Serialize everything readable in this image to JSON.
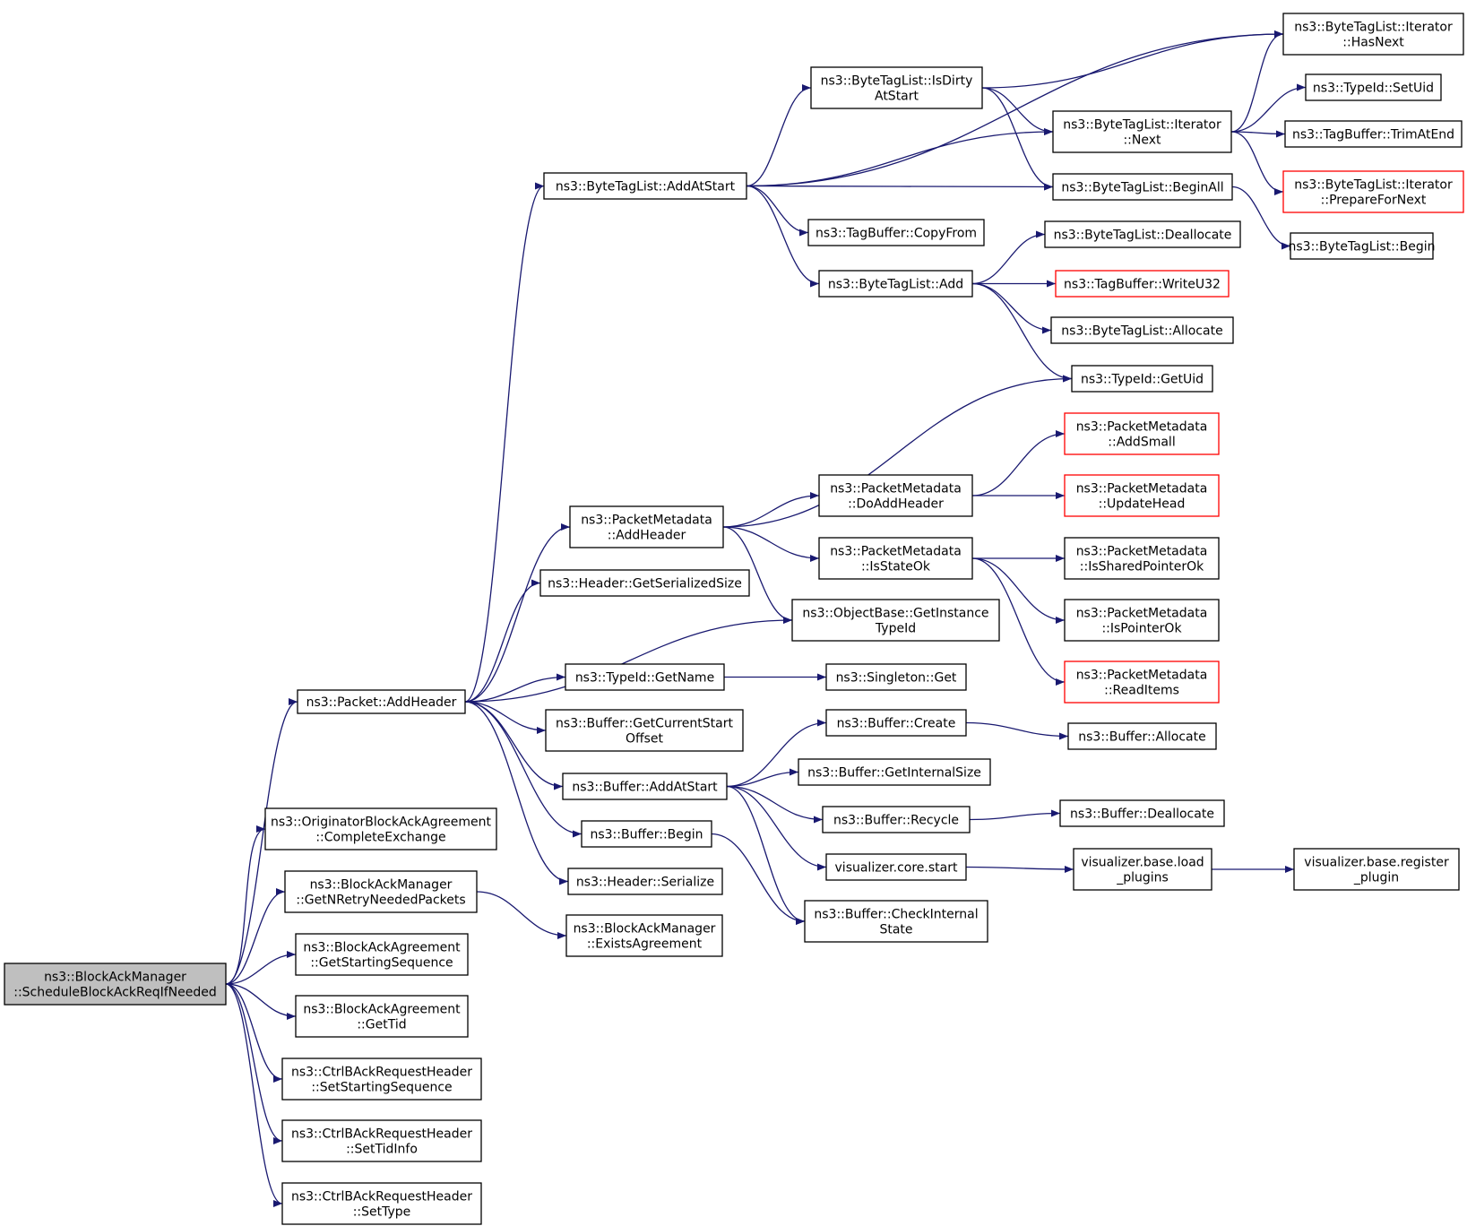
{
  "colors": {
    "edge": "#191970",
    "root_fill": "#bfbfbf",
    "red_border": "#ff0000"
  },
  "nodes": [
    {
      "id": "n0",
      "lines": [
        "ns3::BlockAckManager",
        "::ScheduleBlockAckReqIfNeeded"
      ],
      "root": true
    },
    {
      "id": "n1",
      "lines": [
        "ns3::Packet::AddHeader"
      ]
    },
    {
      "id": "n2",
      "lines": [
        "ns3::OriginatorBlockAckAgreement",
        "::CompleteExchange"
      ]
    },
    {
      "id": "n3",
      "lines": [
        "ns3::BlockAckManager",
        "::GetNRetryNeededPackets"
      ]
    },
    {
      "id": "n4",
      "lines": [
        "ns3::BlockAckAgreement",
        "::GetStartingSequence"
      ]
    },
    {
      "id": "n5",
      "lines": [
        "ns3::BlockAckAgreement",
        "::GetTid"
      ]
    },
    {
      "id": "n6",
      "lines": [
        "ns3::CtrlBAckRequestHeader",
        "::SetStartingSequence"
      ]
    },
    {
      "id": "n7",
      "lines": [
        "ns3::CtrlBAckRequestHeader",
        "::SetTidInfo"
      ]
    },
    {
      "id": "n8",
      "lines": [
        "ns3::CtrlBAckRequestHeader",
        "::SetType"
      ]
    },
    {
      "id": "n9",
      "lines": [
        "ns3::ByteTagList::AddAtStart"
      ]
    },
    {
      "id": "n10",
      "lines": [
        "ns3::PacketMetadata",
        "::AddHeader"
      ]
    },
    {
      "id": "n11",
      "lines": [
        "ns3::Header::GetSerializedSize"
      ]
    },
    {
      "id": "n12",
      "lines": [
        "ns3::TypeId::GetName"
      ]
    },
    {
      "id": "n13",
      "lines": [
        "ns3::Buffer::GetCurrentStart",
        "Offset"
      ]
    },
    {
      "id": "n14",
      "lines": [
        "ns3::Buffer::AddAtStart"
      ]
    },
    {
      "id": "n15",
      "lines": [
        "ns3::Buffer::Begin"
      ]
    },
    {
      "id": "n16",
      "lines": [
        "ns3::Header::Serialize"
      ]
    },
    {
      "id": "n17",
      "lines": [
        "ns3::BlockAckManager",
        "::ExistsAgreement"
      ]
    },
    {
      "id": "n18",
      "lines": [
        "ns3::ByteTagList::IsDirty",
        "AtStart"
      ]
    },
    {
      "id": "n19",
      "lines": [
        "ns3::TagBuffer::CopyFrom"
      ]
    },
    {
      "id": "n20",
      "lines": [
        "ns3::ByteTagList::Add"
      ]
    },
    {
      "id": "n21",
      "lines": [
        "ns3::PacketMetadata",
        "::DoAddHeader"
      ]
    },
    {
      "id": "n22",
      "lines": [
        "ns3::PacketMetadata",
        "::IsStateOk"
      ]
    },
    {
      "id": "n23",
      "lines": [
        "ns3::ObjectBase::GetInstance",
        "TypeId"
      ]
    },
    {
      "id": "n24",
      "lines": [
        "ns3::Singleton::Get"
      ]
    },
    {
      "id": "n25",
      "lines": [
        "ns3::Buffer::Create"
      ]
    },
    {
      "id": "n26",
      "lines": [
        "ns3::Buffer::GetInternalSize"
      ]
    },
    {
      "id": "n27",
      "lines": [
        "ns3::Buffer::Recycle"
      ]
    },
    {
      "id": "n28",
      "lines": [
        "visualizer.core.start"
      ]
    },
    {
      "id": "n29",
      "lines": [
        "ns3::Buffer::CheckInternal",
        "State"
      ]
    },
    {
      "id": "n30",
      "lines": [
        "ns3::ByteTagList::Iterator",
        "::HasNext"
      ]
    },
    {
      "id": "n31",
      "lines": [
        "ns3::ByteTagList::Iterator",
        "::Next"
      ]
    },
    {
      "id": "n32",
      "lines": [
        "ns3::ByteTagList::BeginAll"
      ]
    },
    {
      "id": "n33",
      "lines": [
        "ns3::ByteTagList::Deallocate"
      ]
    },
    {
      "id": "n34",
      "lines": [
        "ns3::TagBuffer::WriteU32"
      ],
      "red": true
    },
    {
      "id": "n35",
      "lines": [
        "ns3::ByteTagList::Allocate"
      ]
    },
    {
      "id": "n36",
      "lines": [
        "ns3::TypeId::GetUid"
      ]
    },
    {
      "id": "n37",
      "lines": [
        "ns3::PacketMetadata",
        "::AddSmall"
      ],
      "red": true
    },
    {
      "id": "n38",
      "lines": [
        "ns3::PacketMetadata",
        "::UpdateHead"
      ],
      "red": true
    },
    {
      "id": "n39",
      "lines": [
        "ns3::PacketMetadata",
        "::IsSharedPointerOk"
      ]
    },
    {
      "id": "n40",
      "lines": [
        "ns3::PacketMetadata",
        "::IsPointerOk"
      ]
    },
    {
      "id": "n41",
      "lines": [
        "ns3::PacketMetadata",
        "::ReadItems"
      ],
      "red": true
    },
    {
      "id": "n42",
      "lines": [
        "ns3::Buffer::Allocate"
      ]
    },
    {
      "id": "n43",
      "lines": [
        "ns3::Buffer::Deallocate"
      ]
    },
    {
      "id": "n44",
      "lines": [
        "visualizer.base.load",
        "_plugins"
      ]
    },
    {
      "id": "n45",
      "lines": [
        "ns3::TypeId::SetUid"
      ]
    },
    {
      "id": "n46",
      "lines": [
        "ns3::TagBuffer::TrimAtEnd"
      ]
    },
    {
      "id": "n47",
      "lines": [
        "ns3::ByteTagList::Iterator",
        "::PrepareForNext"
      ],
      "red": true
    },
    {
      "id": "n48",
      "lines": [
        "ns3::ByteTagList::Begin"
      ]
    },
    {
      "id": "n49",
      "lines": [
        "visualizer.base.register",
        "_plugin"
      ]
    }
  ],
  "edges": [
    [
      "n0",
      "n1"
    ],
    [
      "n0",
      "n2"
    ],
    [
      "n0",
      "n3"
    ],
    [
      "n0",
      "n4"
    ],
    [
      "n0",
      "n5"
    ],
    [
      "n0",
      "n6"
    ],
    [
      "n0",
      "n7"
    ],
    [
      "n0",
      "n8"
    ],
    [
      "n1",
      "n9"
    ],
    [
      "n1",
      "n10"
    ],
    [
      "n1",
      "n11"
    ],
    [
      "n1",
      "n23"
    ],
    [
      "n1",
      "n12"
    ],
    [
      "n1",
      "n13"
    ],
    [
      "n1",
      "n14"
    ],
    [
      "n1",
      "n15"
    ],
    [
      "n1",
      "n16"
    ],
    [
      "n3",
      "n17"
    ],
    [
      "n9",
      "n30"
    ],
    [
      "n9",
      "n18"
    ],
    [
      "n9",
      "n31"
    ],
    [
      "n9",
      "n32"
    ],
    [
      "n9",
      "n19"
    ],
    [
      "n9",
      "n20"
    ],
    [
      "n18",
      "n30"
    ],
    [
      "n18",
      "n31"
    ],
    [
      "n18",
      "n32"
    ],
    [
      "n31",
      "n30"
    ],
    [
      "n31",
      "n45"
    ],
    [
      "n31",
      "n46"
    ],
    [
      "n31",
      "n47"
    ],
    [
      "n32",
      "n48"
    ],
    [
      "n20",
      "n33"
    ],
    [
      "n20",
      "n34"
    ],
    [
      "n20",
      "n35"
    ],
    [
      "n20",
      "n36"
    ],
    [
      "n10",
      "n36"
    ],
    [
      "n10",
      "n21"
    ],
    [
      "n10",
      "n22"
    ],
    [
      "n10",
      "n23"
    ],
    [
      "n21",
      "n37"
    ],
    [
      "n21",
      "n38"
    ],
    [
      "n22",
      "n39"
    ],
    [
      "n22",
      "n40"
    ],
    [
      "n22",
      "n41"
    ],
    [
      "n12",
      "n24"
    ],
    [
      "n14",
      "n25"
    ],
    [
      "n14",
      "n26"
    ],
    [
      "n14",
      "n27"
    ],
    [
      "n14",
      "n28"
    ],
    [
      "n14",
      "n29"
    ],
    [
      "n15",
      "n29"
    ],
    [
      "n25",
      "n42"
    ],
    [
      "n27",
      "n43"
    ],
    [
      "n28",
      "n44"
    ],
    [
      "n44",
      "n49"
    ]
  ]
}
